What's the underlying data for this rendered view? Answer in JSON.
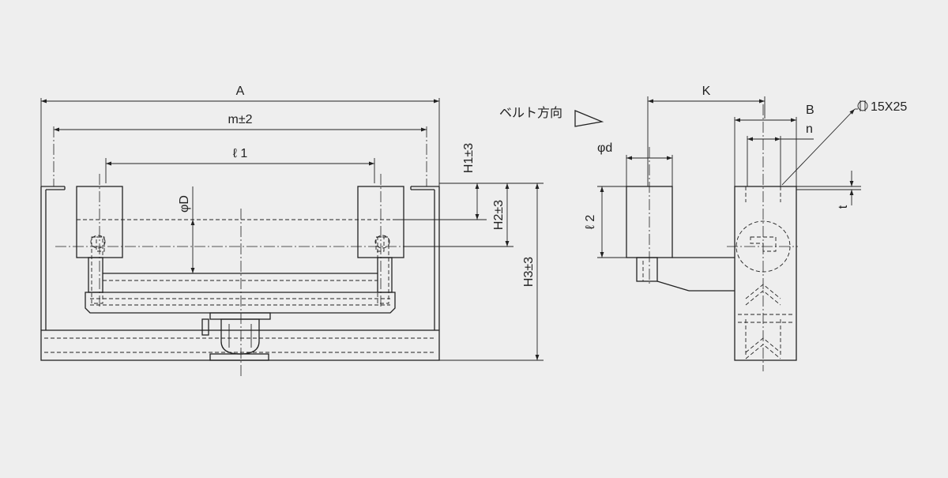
{
  "dimensions": {
    "A": "A",
    "m": "m±2",
    "l1": "ℓ 1",
    "phiD": "φD",
    "H1": "H1±3",
    "H2": "H2±3",
    "H3": "H3±3",
    "K": "K",
    "B": "B",
    "n": "n",
    "phid": "φd",
    "l2": "ℓ 2",
    "t": "t",
    "slot": "15X25"
  },
  "belt_direction": "ベルト方向",
  "colors": {
    "background": "#eeeeee",
    "line": "#222222"
  }
}
